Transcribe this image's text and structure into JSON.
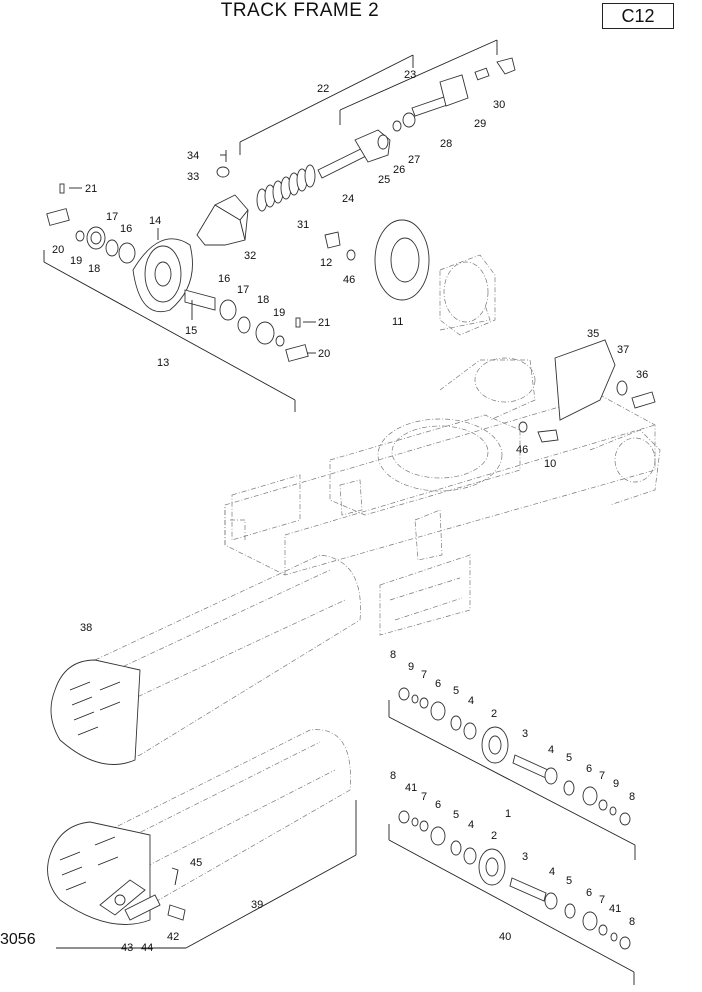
{
  "header": {
    "title": "TRACK FRAME 2",
    "page_code": "C12"
  },
  "footer": {
    "drawing_code": "3056"
  },
  "callouts": [
    {
      "id": "c21a",
      "text": "21"
    },
    {
      "id": "c20a",
      "text": "20"
    },
    {
      "id": "c19a",
      "text": "19"
    },
    {
      "id": "c18a",
      "text": "18"
    },
    {
      "id": "c17a",
      "text": "17"
    },
    {
      "id": "c16a",
      "text": "16"
    },
    {
      "id": "c14",
      "text": "14"
    },
    {
      "id": "c15",
      "text": "15"
    },
    {
      "id": "c16b",
      "text": "16"
    },
    {
      "id": "c17b",
      "text": "17"
    },
    {
      "id": "c18b",
      "text": "18"
    },
    {
      "id": "c19b",
      "text": "19"
    },
    {
      "id": "c21b",
      "text": "21"
    },
    {
      "id": "c20b",
      "text": "20"
    },
    {
      "id": "c13",
      "text": "13"
    },
    {
      "id": "c22",
      "text": "22"
    },
    {
      "id": "c23",
      "text": "23"
    },
    {
      "id": "c34",
      "text": "34"
    },
    {
      "id": "c33",
      "text": "33"
    },
    {
      "id": "c31",
      "text": "31"
    },
    {
      "id": "c32",
      "text": "32"
    },
    {
      "id": "c24",
      "text": "24"
    },
    {
      "id": "c25",
      "text": "25"
    },
    {
      "id": "c26",
      "text": "26"
    },
    {
      "id": "c27",
      "text": "27"
    },
    {
      "id": "c28",
      "text": "28"
    },
    {
      "id": "c29",
      "text": "29"
    },
    {
      "id": "c30",
      "text": "30"
    },
    {
      "id": "c12",
      "text": "12"
    },
    {
      "id": "c46a",
      "text": "46"
    },
    {
      "id": "c11",
      "text": "11"
    },
    {
      "id": "c35",
      "text": "35"
    },
    {
      "id": "c37",
      "text": "37"
    },
    {
      "id": "c36",
      "text": "36"
    },
    {
      "id": "c46b",
      "text": "46"
    },
    {
      "id": "c10",
      "text": "10"
    },
    {
      "id": "c38",
      "text": "38"
    },
    {
      "id": "c8a",
      "text": "8"
    },
    {
      "id": "c9a",
      "text": "9"
    },
    {
      "id": "c7a",
      "text": "7"
    },
    {
      "id": "c6a",
      "text": "6"
    },
    {
      "id": "c5a",
      "text": "5"
    },
    {
      "id": "c4a",
      "text": "4"
    },
    {
      "id": "c2a",
      "text": "2"
    },
    {
      "id": "c3a",
      "text": "3"
    },
    {
      "id": "c4b",
      "text": "4"
    },
    {
      "id": "c5b",
      "text": "5"
    },
    {
      "id": "c6b",
      "text": "6"
    },
    {
      "id": "c7b",
      "text": "7"
    },
    {
      "id": "c9b",
      "text": "9"
    },
    {
      "id": "c8b",
      "text": "8"
    },
    {
      "id": "c1",
      "text": "1"
    },
    {
      "id": "c8c",
      "text": "8"
    },
    {
      "id": "c41a",
      "text": "41"
    },
    {
      "id": "c7c",
      "text": "7"
    },
    {
      "id": "c6c",
      "text": "6"
    },
    {
      "id": "c5c",
      "text": "5"
    },
    {
      "id": "c4c",
      "text": "4"
    },
    {
      "id": "c2b",
      "text": "2"
    },
    {
      "id": "c3b",
      "text": "3"
    },
    {
      "id": "c4d",
      "text": "4"
    },
    {
      "id": "c5d",
      "text": "5"
    },
    {
      "id": "c6d",
      "text": "6"
    },
    {
      "id": "c7d",
      "text": "7"
    },
    {
      "id": "c41b",
      "text": "41"
    },
    {
      "id": "c8d",
      "text": "8"
    },
    {
      "id": "c40",
      "text": "40"
    },
    {
      "id": "c45",
      "text": "45"
    },
    {
      "id": "c43",
      "text": "43"
    },
    {
      "id": "c44",
      "text": "44"
    },
    {
      "id": "c42",
      "text": "42"
    },
    {
      "id": "c39",
      "text": "39"
    }
  ]
}
